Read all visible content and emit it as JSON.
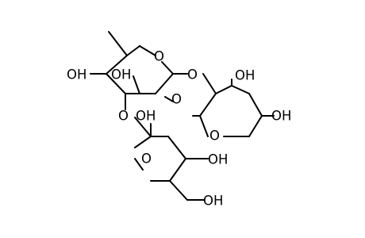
{
  "molecule": {
    "labels": {
      "oh_top_mid": "OH",
      "oh_right": "OH",
      "oh_left": "OH",
      "oh_left_inner": "OH",
      "glyco_o_bridge_top": "O",
      "ring_o_top": "O",
      "methoxy_o": "O",
      "ring_o_mid": "O",
      "glyco_o_left": "O",
      "oh_lower_left": "OH",
      "ring_o_bottom": "O",
      "oh_lower_right": "OH",
      "oh_bottom": "OH"
    },
    "colors": {
      "bond": "#000000",
      "label": "#000000",
      "background": "#ffffff"
    }
  }
}
